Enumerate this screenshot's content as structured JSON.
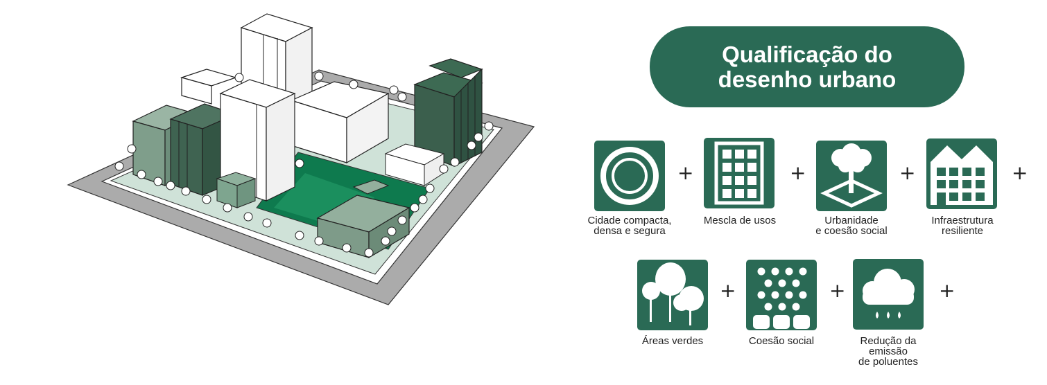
{
  "title": {
    "line1": "Qualificação do",
    "line2": "desenho urbano"
  },
  "colors": {
    "accent": "#2a6a55",
    "light_green": "#cfe2d8",
    "bright_green": "#0e7a4e",
    "mid_green": "#7f9e8b",
    "dark_green": "#3f6351",
    "road_gray": "#a9a9a9"
  },
  "connector": "+",
  "items": [
    {
      "icon": "circle-ring-icon",
      "lines": [
        "Cidade compacta,",
        "densa e segura"
      ]
    },
    {
      "icon": "building-grid-icon",
      "lines": [
        "Mescla de usos"
      ]
    },
    {
      "icon": "tree-plaza-icon",
      "lines": [
        "Urbanidade",
        "e coesão social"
      ]
    },
    {
      "icon": "infrastructure-building-icon",
      "lines": [
        "Infraestrutura",
        "resiliente"
      ]
    },
    {
      "icon": "trees-icon",
      "lines": [
        "Áreas verdes"
      ]
    },
    {
      "icon": "people-crowd-icon",
      "lines": [
        "Coesão social"
      ]
    },
    {
      "icon": "rain-cloud-icon",
      "lines": [
        "Redução da",
        "emissão",
        "de poluentes"
      ]
    }
  ]
}
